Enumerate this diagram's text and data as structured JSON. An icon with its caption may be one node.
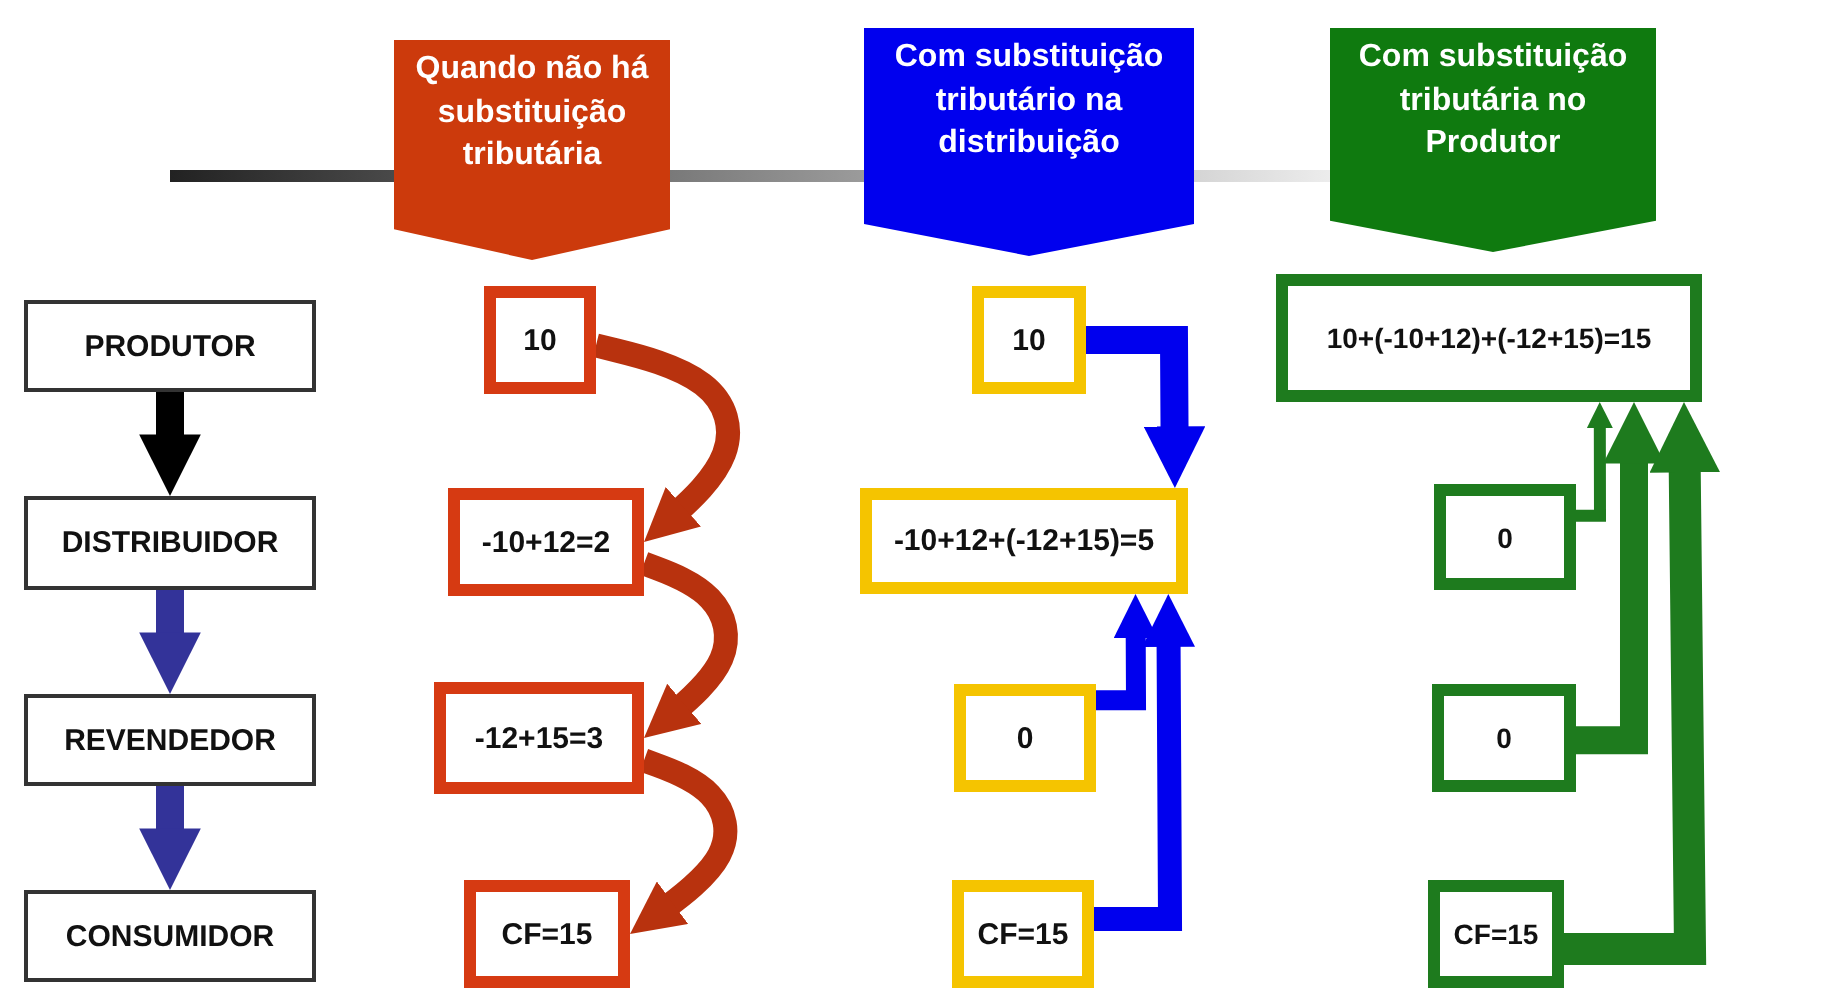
{
  "diagram": {
    "nodes": [
      {
        "text": [
          "Quando não há substituição tributária"
        ]
      },
      {
        "text": [
          "Com substituição tributário na distribuição"
        ]
      },
      {
        "text": [
          "Com substituição tributária no Produtor"
        ]
      },
      {
        "text": [
          "PRODUTOR"
        ]
      },
      {
        "text": [
          "10"
        ]
      },
      {
        "text": [
          "10"
        ]
      },
      {
        "text": [
          "10+(-10+12)+(-12+15)=15"
        ]
      },
      {
        "text": [
          "DISTRIBUIDOR"
        ]
      },
      {
        "text": [
          "-10+12=2"
        ]
      },
      {
        "text": [
          "-10+12+(-12+15)=5"
        ]
      },
      {
        "text": [
          "0"
        ]
      },
      {
        "text": [
          "REVENDEDOR"
        ]
      },
      {
        "text": [
          "-12+15=3"
        ]
      },
      {
        "text": [
          "0"
        ]
      },
      {
        "text": [
          "0"
        ]
      },
      {
        "text": [
          "CONSUMIDOR"
        ]
      },
      {
        "text": [
          "CF=15"
        ]
      },
      {
        "text": [
          "CF=15"
        ]
      },
      {
        "text": [
          "CF=15"
        ]
      }
    ],
    "edges": [
      {
        "from": 3,
        "to": 7,
        "arrow": "to",
        "color": "#000000"
      },
      {
        "from": 7,
        "to": 11,
        "arrow": "to",
        "color": "#333399"
      },
      {
        "from": 11,
        "to": 15,
        "arrow": "to",
        "color": "#333399"
      },
      {
        "from": 4,
        "to": 8,
        "arrow": "to",
        "color": "#b8320e"
      },
      {
        "from": 8,
        "to": 12,
        "arrow": "to",
        "color": "#b8320e"
      },
      {
        "from": 12,
        "to": 16,
        "arrow": "to",
        "color": "#b8320e"
      },
      {
        "from": 5,
        "to": 9,
        "arrow": "to",
        "color": "#0000ee"
      },
      {
        "from": 13,
        "to": 9,
        "arrow": "to",
        "color": "#0000ee"
      },
      {
        "from": 17,
        "to": 9,
        "arrow": "to",
        "color": "#0000ee"
      },
      {
        "from": 10,
        "to": 6,
        "arrow": "to",
        "color": "#1e7b1e"
      },
      {
        "from": 14,
        "to": 6,
        "arrow": "to",
        "color": "#1e7b1e"
      },
      {
        "from": 18,
        "to": 6,
        "arrow": "to",
        "color": "#1e7b1e"
      }
    ]
  }
}
